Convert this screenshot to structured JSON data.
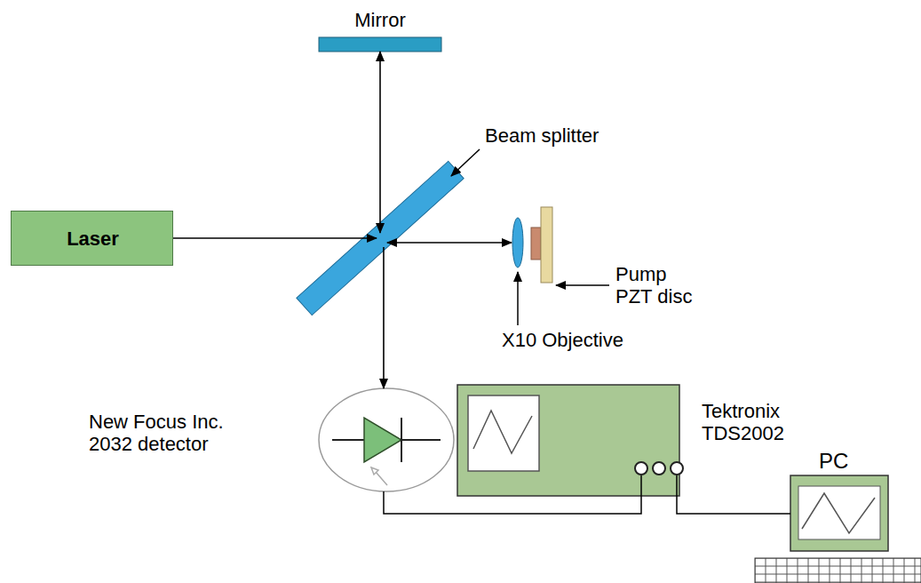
{
  "diagram": {
    "nodes": [
      {
        "text": [
          "Laser"
        ]
      },
      {
        "text": [
          "Mirror"
        ]
      },
      {
        "text": [
          "Beam splitter"
        ]
      },
      {
        "text": [
          "X10 Objective"
        ]
      },
      {
        "text": [
          "Pump PZT disc"
        ]
      },
      {
        "text": [
          "New Focus Inc. 2032 detector"
        ]
      },
      {
        "text": [
          "Tektronix TDS2002"
        ]
      },
      {
        "text": [
          "PC"
        ]
      }
    ],
    "edges": [
      {
        "from": 0,
        "to": 2,
        "arrow": "to"
      },
      {
        "from": 2,
        "to": 1,
        "arrow": "both"
      },
      {
        "from": 2,
        "to": 3,
        "arrow": "both"
      },
      {
        "from": 2,
        "to": 5,
        "arrow": "to"
      },
      {
        "from": 5,
        "to": 6,
        "arrow": "none"
      },
      {
        "from": 6,
        "to": 7,
        "arrow": "none"
      }
    ]
  }
}
